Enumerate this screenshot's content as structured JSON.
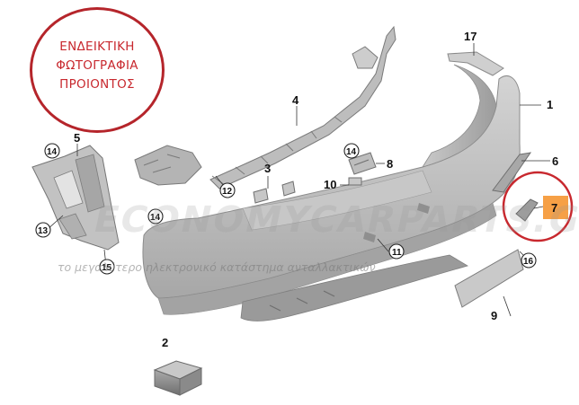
{
  "stamp": {
    "lines": [
      "ΕΝΔΕΙΚΤΙΚΗ",
      "ΦΩΤΟΓΡΑΦΙΑ",
      "ΠΡΟΙΟΝΤΟΣ"
    ],
    "color": "#c8282e"
  },
  "watermark": {
    "brand": "ECONOMYCARPARTS.GR",
    "tagline": "το μεγαλύτερο ηλεκτρονικό κατάστημα ανταλλακτικών"
  },
  "callouts": {
    "c1": "1",
    "c2": "2",
    "c3": "3",
    "c4": "4",
    "c5": "5",
    "c6": "6",
    "c7": "7",
    "c8": "8",
    "c9": "9",
    "c10": "10",
    "c11": "11",
    "c12": "12",
    "c13": "13",
    "c14a": "14",
    "c14b": "14",
    "c14c": "14",
    "c15": "15",
    "c16": "16",
    "c17": "17"
  },
  "colors": {
    "part_fill": "#b9b9b9",
    "part_shadow": "#8f8f8f",
    "part_light": "#d8d8d8",
    "highlight_ring": "#c8282e",
    "callout7_fill": "#f6a046"
  }
}
